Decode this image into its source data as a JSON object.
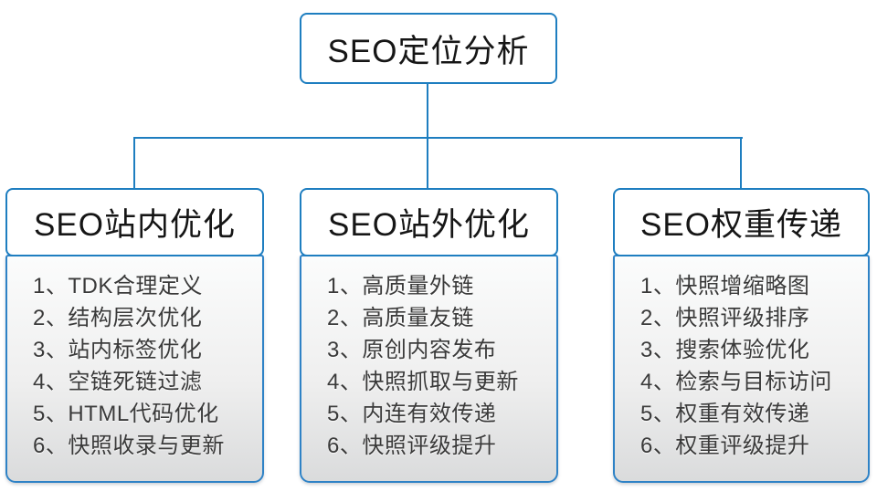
{
  "colors": {
    "accent_blue": "#1e7ec0",
    "panel_gradient_top": "#fbfcfc",
    "panel_gradient_bottom": "#dadbdc",
    "text_dark": "#161616",
    "text_list": "#3a3a3a"
  },
  "root": {
    "title": "SEO定位分析"
  },
  "columns": [
    {
      "title": "SEO站内优化",
      "items": [
        "1、TDK合理定义",
        "2、结构层次优化",
        "3、站内标签优化",
        "4、空链死链过滤",
        "5、HTML代码优化",
        "6、快照收录与更新"
      ]
    },
    {
      "title": "SEO站外优化",
      "items": [
        "1、高质量外链",
        "2、高质量友链",
        "3、原创内容发布",
        "4、快照抓取与更新",
        "5、内连有效传递",
        "6、快照评级提升"
      ]
    },
    {
      "title": "SEO权重传递",
      "items": [
        "1、快照增缩略图",
        "2、快照评级排序",
        "3、搜索体验优化",
        "4、检索与目标访问",
        "5、权重有效传递",
        "6、权重评级提升"
      ]
    }
  ]
}
